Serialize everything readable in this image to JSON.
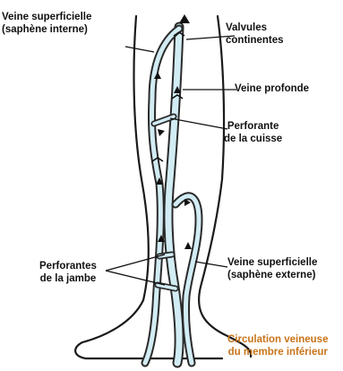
{
  "labels": {
    "veine_superficielle_interne": {
      "line1": "Veine superficielle",
      "line2": "(saphène interne)"
    },
    "valvules_continentes": {
      "line1": "Valvules",
      "line2": "continentes"
    },
    "veine_profonde": {
      "line1": "Veine profonde"
    },
    "perforante_cuisse": {
      "line1": "Perforante",
      "line2": "de la cuisse"
    },
    "perforantes_jambe": {
      "line1": "Perforantes",
      "line2": "de la jambe"
    },
    "veine_superficielle_externe": {
      "line1": "Veine superficielle",
      "line2": "(saphène externe)"
    }
  },
  "caption": {
    "line1": "Circulation veineuse",
    "line2": "du membre inférieur"
  },
  "colors": {
    "vein_fill": "#d2ecf4",
    "vein_stroke": "#2a2a2a",
    "caption": "#c8741a",
    "text": "#111111"
  }
}
